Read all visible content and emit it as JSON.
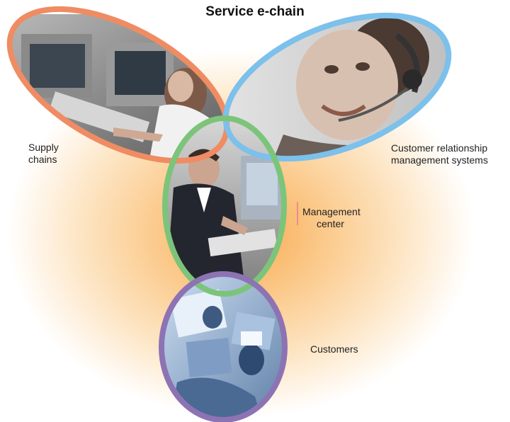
{
  "title": "Service e-chain",
  "nodes": [
    {
      "id": "supply",
      "label_lines": [
        "Supply",
        "chains"
      ],
      "ring_color": "#ef8c63"
    },
    {
      "id": "crm",
      "label_lines": [
        "Customer relationship",
        "management systems"
      ],
      "ring_color": "#7cc0ec"
    },
    {
      "id": "mgmt",
      "label_lines": [
        "Management",
        "center"
      ],
      "ring_color": "#7cc47a"
    },
    {
      "id": "customers",
      "label_lines": [
        "Customers"
      ],
      "ring_color": "#8d73b4"
    }
  ],
  "colors": {
    "glow_center": "#f8a94e",
    "glow_edge": "#fdf1e0",
    "marker": "#f08a8a"
  },
  "icons": [
    "operator-console-photo",
    "headset-agent-photo",
    "office-worker-photo",
    "customers-collage-photo"
  ]
}
